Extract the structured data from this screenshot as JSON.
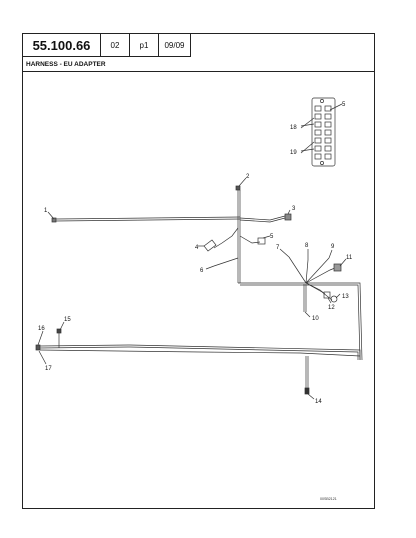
{
  "header": {
    "part_number": "55.100.66",
    "section": "02",
    "page": "p1",
    "date": "09/09"
  },
  "title": "HARNESS - EU ADAPTER",
  "callouts": [
    "1",
    "2",
    "3",
    "4",
    "5",
    "5",
    "6",
    "7",
    "8",
    "9",
    "10",
    "11",
    "12",
    "13",
    "14",
    "15",
    "16",
    "17",
    "18",
    "19"
  ],
  "drawing_code": "00SB2121"
}
